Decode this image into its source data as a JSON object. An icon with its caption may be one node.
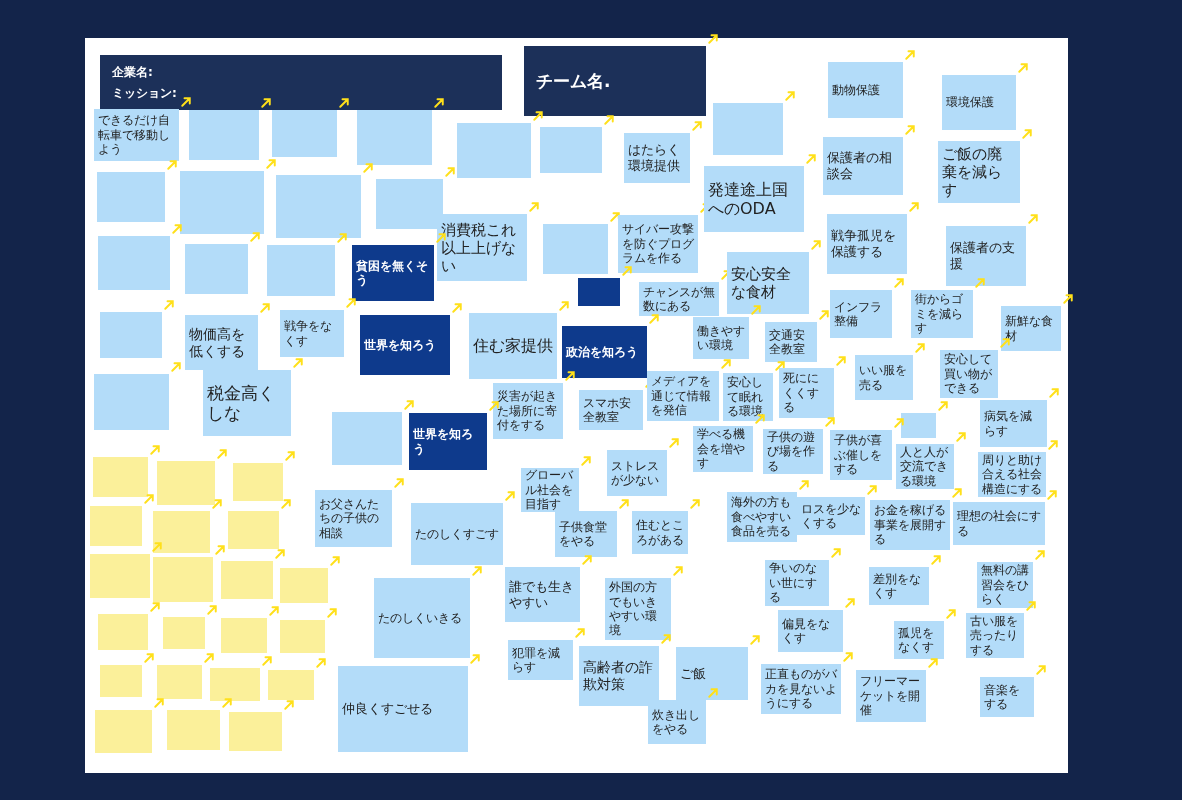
{
  "diagram": {
    "nodes": [
      {
        "text": [
          "企業名:",
          "ミッション:"
        ]
      },
      {
        "text": [
          "チーム名."
        ]
      },
      {
        "text": [
          "できるだけ自転車で移動しよう"
        ]
      },
      {
        "text": [],
        "shape": "box"
      },
      {
        "text": [],
        "shape": "box"
      },
      {
        "text": [],
        "shape": "box"
      },
      {
        "text": [],
        "shape": "box"
      },
      {
        "text": [],
        "shape": "box"
      },
      {
        "text": [
          "はたらく環境提供"
        ]
      },
      {
        "text": [],
        "shape": "box"
      },
      {
        "text": [
          "動物保護"
        ]
      },
      {
        "text": [
          "環境保護"
        ]
      },
      {
        "text": [],
        "shape": "box"
      },
      {
        "text": [],
        "shape": "box"
      },
      {
        "text": [],
        "shape": "box"
      },
      {
        "text": [],
        "shape": "box"
      },
      {
        "text": [
          "保護者の相談会"
        ]
      },
      {
        "text": [
          "ご飯の廃棄を減らす"
        ]
      },
      {
        "text": [
          "消費税これ以上上げない"
        ]
      },
      {
        "text": [],
        "shape": "box"
      },
      {
        "text": [
          "サイバー攻撃を防ぐプログラムを作る"
        ]
      },
      {
        "text": [
          "発達途上国へのODA"
        ]
      },
      {
        "text": [
          "戦争孤児を保護する"
        ]
      },
      {
        "text": [
          "保護者の支援"
        ]
      },
      {
        "text": [],
        "shape": "box"
      },
      {
        "text": [],
        "shape": "box"
      },
      {
        "text": [],
        "shape": "box"
      },
      {
        "text": [
          "貧困を無くそう"
        ]
      },
      {
        "text": [],
        "shape": "box"
      },
      {
        "text": [
          "チャンスが無数にある"
        ]
      },
      {
        "text": [
          "安心安全な食材"
        ]
      },
      {
        "text": [
          "インフラ整備"
        ]
      },
      {
        "text": [
          "街からゴミを減らす"
        ]
      },
      {
        "text": [
          "新鮮な食材"
        ]
      },
      {
        "text": [],
        "shape": "box"
      },
      {
        "text": [
          "物価高を低くする"
        ]
      },
      {
        "text": [
          "戦争をなくす"
        ]
      },
      {
        "text": [
          "世界を知ろう"
        ]
      },
      {
        "text": [
          "住む家提供"
        ]
      },
      {
        "text": [
          "政治を知ろう"
        ]
      },
      {
        "text": [
          "働きやすい環境"
        ]
      },
      {
        "text": [
          "交通安全教室"
        ]
      },
      {
        "text": [],
        "shape": "box"
      },
      {
        "text": [
          "税金高くしな"
        ]
      },
      {
        "text": [
          "災害が起きた場所に寄付をする"
        ]
      },
      {
        "text": [
          "スマホ安全教室"
        ]
      },
      {
        "text": [
          "メディアを通じて情報を発信"
        ]
      },
      {
        "text": [
          "安心して眠れる環境"
        ]
      },
      {
        "text": [
          "死ににくくする"
        ]
      },
      {
        "text": [
          "いい服を売る"
        ]
      },
      {
        "text": [
          "安心して買い物ができる"
        ]
      },
      {
        "text": [
          "病気を減らす"
        ]
      },
      {
        "text": [],
        "shape": "box"
      },
      {
        "text": [
          "世界を知ろう"
        ]
      },
      {
        "text": [],
        "shape": "box"
      },
      {
        "text": [
          "学べる機会を増やす"
        ]
      },
      {
        "text": [
          "子供の遊び場を作る"
        ]
      },
      {
        "text": [
          "子供が喜ぶ催しをする"
        ]
      },
      {
        "text": [
          "人と人が交流できる環境"
        ]
      },
      {
        "text": [
          "周りと助け合える社会構造にする"
        ]
      },
      {
        "text": [
          "ストレスが少ない"
        ]
      },
      {
        "text": [
          "グローバル社会を目指す"
        ]
      },
      {
        "text": [
          "お父さんたちの子供の相談"
        ]
      },
      {
        "text": [
          "たのしくすごす"
        ]
      },
      {
        "text": [
          "子供食堂をやる"
        ]
      },
      {
        "text": [
          "住むところがある"
        ]
      },
      {
        "text": [
          "海外の方も食べやすい食品を売る"
        ]
      },
      {
        "text": [
          "ロスを少なくする"
        ]
      },
      {
        "text": [
          "お金を稼げる事業を展開する"
        ]
      },
      {
        "text": [
          "理想の社会にする"
        ]
      },
      {
        "text": [
          "たのしくいきる"
        ]
      },
      {
        "text": [
          "誰でも生きやすい"
        ]
      },
      {
        "text": [
          "外国の方でもいきやすい環境"
        ]
      },
      {
        "text": [
          "争いのない世にする"
        ]
      },
      {
        "text": [
          "差別をなくす"
        ]
      },
      {
        "text": [
          "無料の講習会をひらく"
        ]
      },
      {
        "text": [
          "偏見をなくす"
        ]
      },
      {
        "text": [
          "孤児をなくす"
        ]
      },
      {
        "text": [
          "古い服を売ったりする"
        ]
      },
      {
        "text": [
          "犯罪を減らす"
        ]
      },
      {
        "text": [
          "高齢者の詐欺対策"
        ]
      },
      {
        "text": [
          "ご飯"
        ]
      },
      {
        "text": [
          "炊き出しをやる"
        ]
      },
      {
        "text": [
          "正直ものがバカを見ないようにする"
        ]
      },
      {
        "text": [
          "フリーマーケットを開催"
        ]
      },
      {
        "text": [
          "音楽をする"
        ]
      },
      {
        "text": [
          "仲良くすごせる"
        ]
      },
      {
        "text": [],
        "shape": "box"
      },
      {
        "text": [],
        "shape": "box"
      },
      {
        "text": [],
        "shape": "box"
      },
      {
        "text": [],
        "shape": "box"
      },
      {
        "text": [],
        "shape": "box"
      },
      {
        "text": [],
        "shape": "box"
      },
      {
        "text": [],
        "shape": "box"
      },
      {
        "text": [],
        "shape": "box"
      },
      {
        "text": [],
        "shape": "box"
      },
      {
        "text": [],
        "shape": "box"
      },
      {
        "text": [],
        "shape": "box"
      },
      {
        "text": [],
        "shape": "box"
      },
      {
        "text": [],
        "shape": "box"
      },
      {
        "text": [],
        "shape": "box"
      },
      {
        "text": [],
        "shape": "box"
      },
      {
        "text": [],
        "shape": "box"
      },
      {
        "text": [],
        "shape": "box"
      },
      {
        "text": [],
        "shape": "box"
      },
      {
        "text": [],
        "shape": "box"
      },
      {
        "text": [],
        "shape": "box"
      },
      {
        "text": [],
        "shape": "box"
      }
    ]
  }
}
